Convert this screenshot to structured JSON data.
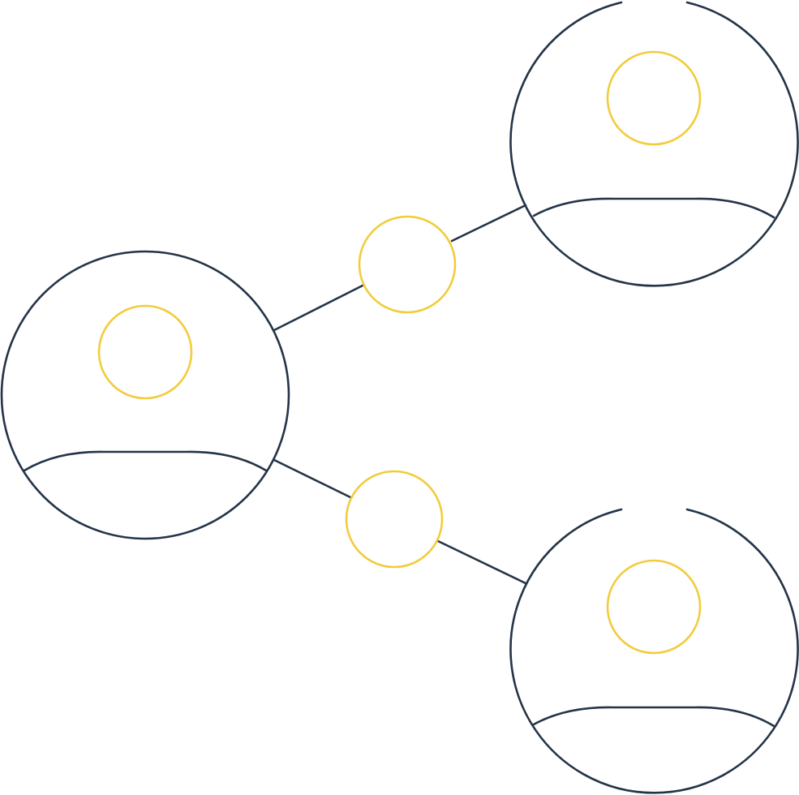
{
  "colors": {
    "outline": "#243447",
    "accent": "#f2cc3d",
    "background": "#ffffff"
  },
  "icon": {
    "name": "users-network-share-icon",
    "nodes": [
      {
        "id": "user-left",
        "icon": "user-avatar-icon"
      },
      {
        "id": "user-top-right",
        "icon": "user-avatar-icon"
      },
      {
        "id": "user-bottom-right",
        "icon": "user-avatar-icon"
      }
    ],
    "connectors": [
      {
        "from": "user-left",
        "to": "user-top-right",
        "icon": "connector-node-icon"
      },
      {
        "from": "user-left",
        "to": "user-bottom-right",
        "icon": "connector-node-icon"
      }
    ]
  }
}
